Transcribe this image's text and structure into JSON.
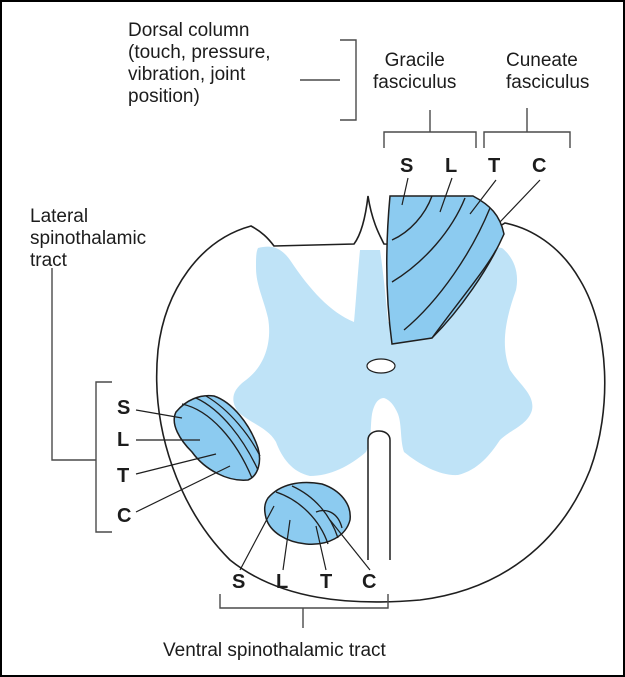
{
  "labels": {
    "dorsal_column": [
      "Dorsal column",
      "(touch, pressure,",
      "vibration, joint",
      "position)"
    ],
    "gracile": [
      "Gracile",
      "fasciculus"
    ],
    "cuneate": [
      "Cuneate",
      "fasciculus"
    ],
    "lateral": [
      "Lateral",
      "spinothalamic",
      "tract"
    ],
    "ventral": "Ventral spinothalamic tract"
  },
  "segment_letters": {
    "dorsal": [
      "S",
      "L",
      "T",
      "C"
    ],
    "lateral": [
      "S",
      "L",
      "T",
      "C"
    ],
    "ventral": [
      "S",
      "L",
      "T",
      "C"
    ]
  },
  "colors": {
    "grey_matter": "#bfe3f7",
    "tract_fill": "#8ccbf0",
    "outline": "#1f1f1f",
    "frame_border": "#000000"
  }
}
